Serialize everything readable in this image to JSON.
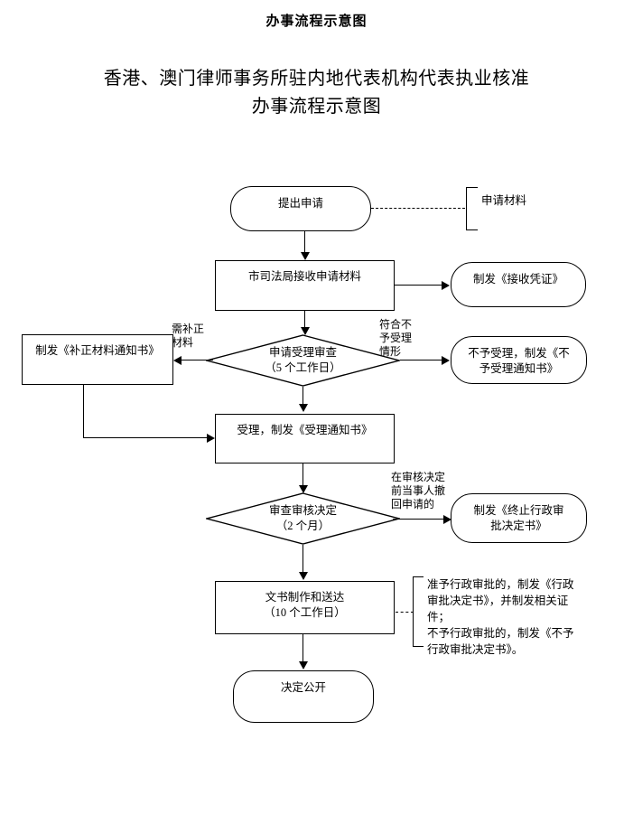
{
  "document": {
    "header_title": "办事流程示意图",
    "main_title_line1": "香港、澳门律师事务所驻内地代表机构代表执业核准",
    "main_title_line2": "办事流程示意图"
  },
  "chart_data": {
    "type": "diagram",
    "title": "香港、澳门律师事务所驻内地代表机构代表执业核准办事流程示意图",
    "nodes": [
      {
        "id": "n1",
        "shape": "stadium",
        "label": "提出申请"
      },
      {
        "id": "n2",
        "shape": "note-bracket",
        "label": "申请材料"
      },
      {
        "id": "n3",
        "shape": "rect",
        "label": "市司法局接收申请材料"
      },
      {
        "id": "n4",
        "shape": "stadium",
        "label": "制发《接收凭证》"
      },
      {
        "id": "n5",
        "shape": "diamond",
        "label_line1": "申请受理审查",
        "label_line2": "（5 个工作日）"
      },
      {
        "id": "n6",
        "shape": "rect",
        "label": "制发《补正材料通知书》"
      },
      {
        "id": "n7",
        "shape": "stadium",
        "label_line1": "不予受理，制发《不",
        "label_line2": "予受理通知书》"
      },
      {
        "id": "n8",
        "shape": "rect",
        "label": "受理，制发《受理通知书》"
      },
      {
        "id": "n9",
        "shape": "diamond",
        "label_line1": "审查审核决定",
        "label_line2": "（2 个月）"
      },
      {
        "id": "n10",
        "shape": "stadium",
        "label_line1": "制发《终止行政审",
        "label_line2": "批决定书》"
      },
      {
        "id": "n11",
        "shape": "rect",
        "label_line1": "文书制作和送达",
        "label_line2": "（10 个工作日）"
      },
      {
        "id": "n12",
        "shape": "note-bracket",
        "label": "准予行政审批的，制发《行政审批决定书》，并制发相关证件；\n 不予行政审批的，制发《不予行政审批决定书》。"
      },
      {
        "id": "n13",
        "shape": "stadium",
        "label": "决定公开"
      }
    ],
    "edges": [
      {
        "from": "n1",
        "to": "n2",
        "style": "dashed",
        "label": ""
      },
      {
        "from": "n1",
        "to": "n3",
        "style": "solid",
        "label": ""
      },
      {
        "from": "n3",
        "to": "n4",
        "style": "solid",
        "label": ""
      },
      {
        "from": "n3",
        "to": "n5",
        "style": "solid",
        "label": ""
      },
      {
        "from": "n5",
        "to": "n6",
        "style": "solid",
        "label": "需补正材料"
      },
      {
        "from": "n5",
        "to": "n7",
        "style": "solid",
        "label": "符合不予受理情形"
      },
      {
        "from": "n5",
        "to": "n8",
        "style": "solid",
        "label": ""
      },
      {
        "from": "n6",
        "to": "n8",
        "style": "solid",
        "label": ""
      },
      {
        "from": "n8",
        "to": "n9",
        "style": "solid",
        "label": ""
      },
      {
        "from": "n9",
        "to": "n10",
        "style": "solid",
        "label": "在审核决定前当事人撤回申请的"
      },
      {
        "from": "n9",
        "to": "n11",
        "style": "solid",
        "label": ""
      },
      {
        "from": "n11",
        "to": "n12",
        "style": "dashed",
        "label": ""
      },
      {
        "from": "n11",
        "to": "n13",
        "style": "solid",
        "label": ""
      }
    ]
  },
  "nodes": {
    "submit_application": "提出申请",
    "application_materials": "申请材料",
    "bureau_receive": "市司法局接收申请材料",
    "issue_receipt": "制发《接收凭证》",
    "review_accept_l1": "申请受理审查",
    "review_accept_l2": "（5 个工作日）",
    "issue_correction_notice": "制发《补正材料通知书》",
    "not_accept_l1": "不予受理，制发《不",
    "not_accept_l2": "予受理通知书》",
    "accept_notice": "受理，制发《受理通知书》",
    "examine_decide_l1": "审查审核决定",
    "examine_decide_l2": "（2 个月）",
    "terminate_l1": "制发《终止行政审",
    "terminate_l2": "批决定书》",
    "doc_produce_l1": "文书制作和送达",
    "doc_produce_l2": "（10 个工作日）",
    "decision_public": "决定公开"
  },
  "edge_labels": {
    "need_correction": "需补正\n材料",
    "meets_rejection": "符合不\n予受理\n情形",
    "withdrawn": "在审核决定\n前当事人撤\n回申请的"
  },
  "notes": {
    "bottom_note": "  准予行政审批的，制发《行政\n审批决定书》，并制发相关证\n件；\n  不予行政审批的，制发《不予\n行政审批决定书》。"
  },
  "colors": {
    "stroke": "#000000",
    "background": "#ffffff",
    "text": "#000000"
  }
}
